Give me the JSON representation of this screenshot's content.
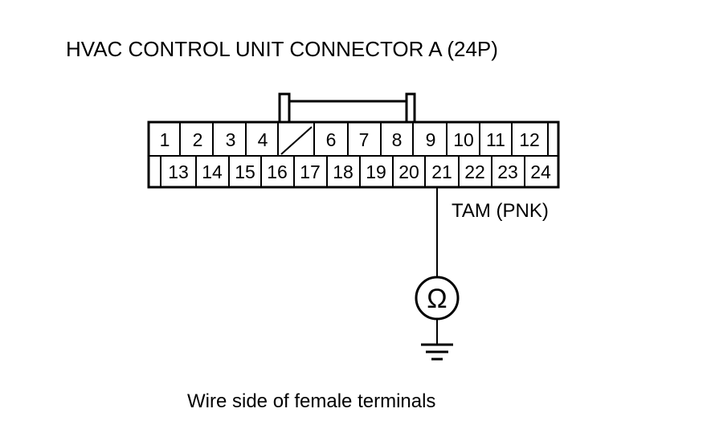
{
  "title": "HVAC CONTROL UNIT CONNECTOR A (24P)",
  "connector": {
    "top_row": [
      "1",
      "2",
      "3",
      "4",
      "",
      "6",
      "7",
      "8",
      "9",
      "10",
      "11",
      "12"
    ],
    "bottom_row": [
      "13",
      "14",
      "15",
      "16",
      "17",
      "18",
      "19",
      "20",
      "21",
      "22",
      "23",
      "24"
    ]
  },
  "wire_label": "TAM (PNK)",
  "ohmmeter_symbol": "Ω",
  "caption": "Wire side of female terminals"
}
